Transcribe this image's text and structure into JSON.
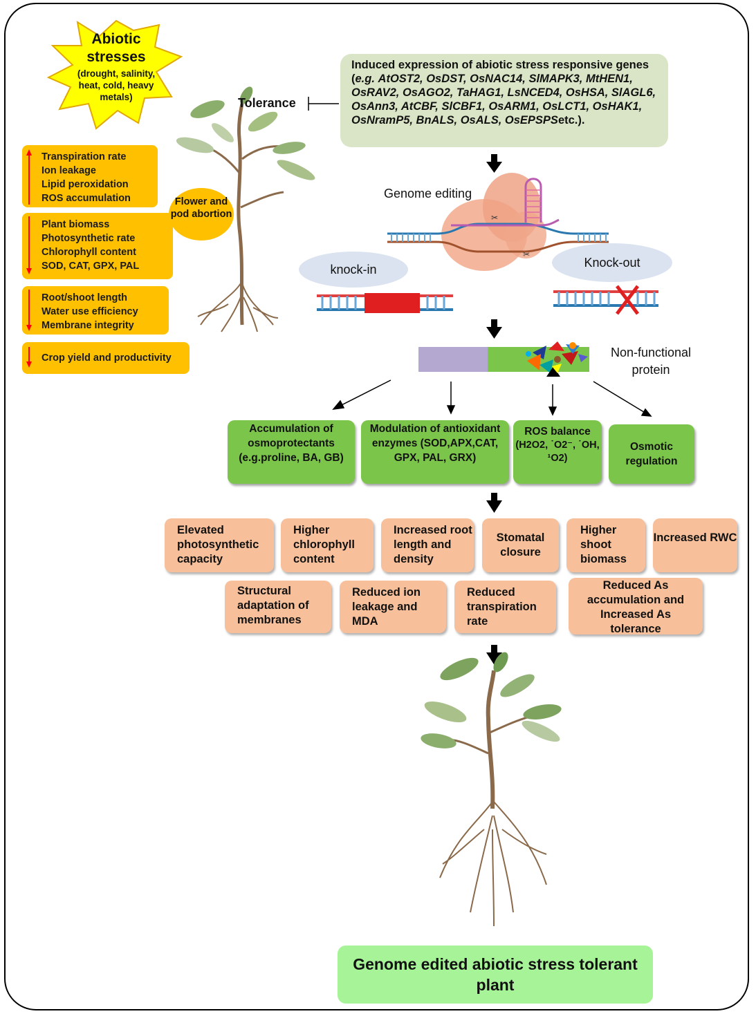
{
  "stress_star": {
    "title": "Abiotic stresses",
    "subtitle": "(drought, salinity, heat, cold, heavy metals)"
  },
  "effects": {
    "increased": [
      "Transpiration rate",
      "Ion leakage",
      "Lipid peroxidation",
      "ROS accumulation"
    ],
    "decreased_1": [
      "Plant biomass",
      "Photosynthetic rate",
      "Chlorophyll content",
      "SOD, CAT, GPX, PAL"
    ],
    "decreased_2": [
      "Root/shoot length",
      "Water use efficiency",
      "Membrane integrity"
    ],
    "decreased_3": [
      "Crop yield and productivity"
    ]
  },
  "flower_label": "Flower and pod abortion",
  "tolerance_label": "Tolerance",
  "genes_box": {
    "intro": "Induced expression of abiotic stress responsive genes (",
    "eg": "e.g.",
    "genes": "AtOST2, OsDST, OsNAC14, SlMAPK3, MtHEN1, OsRAV2, OsAGO2, TaHAG1, LsNCED4, OsHSA, SlAGL6, OsAnn3, AtCBF, SlCBF1, OsARM1, OsLCT1, OsHAK1, OsNramP5, BnALS, OsALS, OsEPSPS",
    "tail": "etc.)."
  },
  "genome_editing_label": "Genome editing",
  "knock_in_label": "knock-in",
  "knock_out_label": "Knock-out",
  "nonfunctional_label": "Non-functional protein",
  "mechanisms": [
    "Accumulation of osmoprotectants (e.g.proline, BA, GB)",
    "Modulation of antioxidant enzymes (SOD,APX,CAT, GPX, PAL, GRX)",
    "ROS balance",
    "Osmotic regulation"
  ],
  "ros_species": "(H2O2, ˙O2⁻, ˙OH, ¹O2)",
  "outcomes_row1": [
    "Elevated photosynthetic capacity",
    "Higher chlorophyll content",
    "Increased root length and density",
    "Stomatal closure",
    "Higher shoot biomass",
    "Increased RWC"
  ],
  "outcomes_row2": [
    "Structural adaptation of membranes",
    "Reduced ion leakage and MDA",
    "Reduced transpiration rate",
    "Reduced As accumulation and Increased As tolerance"
  ],
  "final_label": "Genome edited abiotic stress tolerant plant",
  "colors": {
    "star": "#ffff00",
    "stress_box": "#ffc000",
    "genes_box": "#d9e5c6",
    "mechanism_box": "#7cc54b",
    "outcome_box": "#f7c09a",
    "final_box": "#a7f397",
    "arrow_red": "#ff0000"
  }
}
